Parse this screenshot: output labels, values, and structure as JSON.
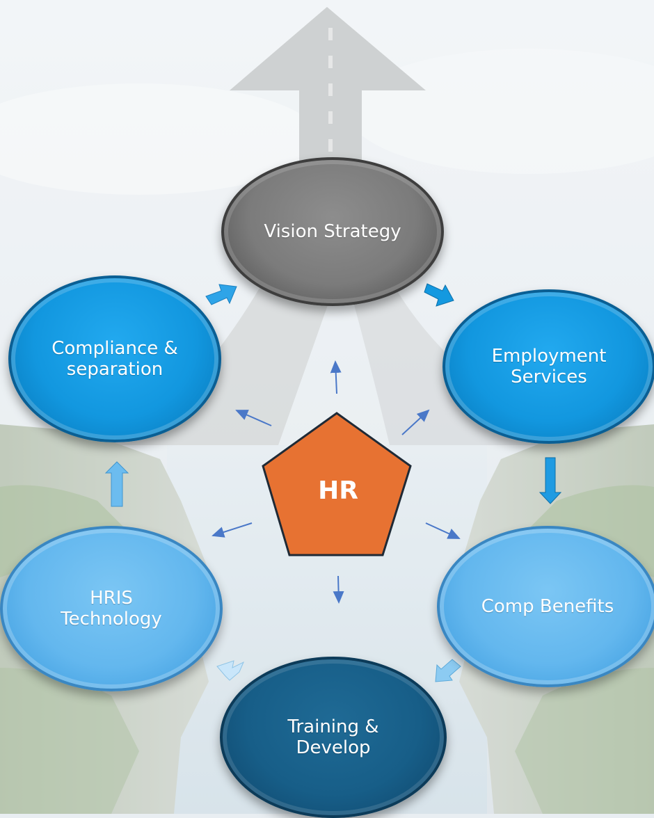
{
  "diagram": {
    "center": {
      "label": "HR",
      "color": "#e77232"
    },
    "nodes": [
      {
        "id": "vision",
        "label": "Vision  Strategy",
        "color": "#7a7a7a"
      },
      {
        "id": "employment",
        "label": "Employment\nServices",
        "color": "#1499e0"
      },
      {
        "id": "comp",
        "label": "Comp  Benefits",
        "color": "#5fb5ed"
      },
      {
        "id": "training",
        "label": "Training &\nDevelop",
        "color": "#175e88"
      },
      {
        "id": "hris",
        "label": "HRIS\nTechnology",
        "color": "#5fb5ed"
      },
      {
        "id": "compliance",
        "label": "Compliance &\nseparation",
        "color": "#1499e0"
      }
    ],
    "cycle_order": [
      "vision",
      "employment",
      "comp",
      "training",
      "hris",
      "compliance"
    ],
    "arrow_color": "#4a78c8"
  }
}
